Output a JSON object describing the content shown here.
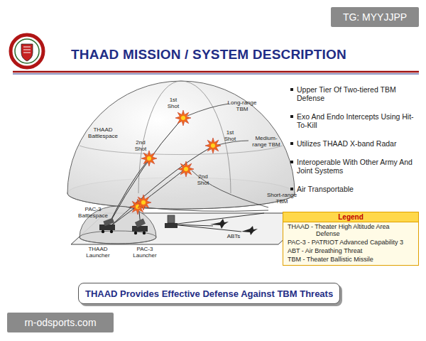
{
  "diagram": {
    "title": "THAAD MISSION / SYSTEM DESCRIPTION",
    "nodes": [
      {
        "text": [
          "Legend",
          "THAAD - Theater High Altitude Area Defense",
          "PAC-3 - PATRIOT Advanced Capability 3",
          "ABT - Air Breathing Threat",
          "TBM - Theater Ballistic Missile"
        ]
      },
      {
        "text": [
          "THAAD Provides Effective Defense Against TBM Threats"
        ]
      }
    ],
    "labels": [
      "TG: MYYJJPP",
      "THAAD Battlespace",
      "1st Shot",
      "Long-range TBM",
      "1st Shot",
      "2nd Shot",
      "Medium-range TBM",
      "2nd Shot",
      "Short-range TBM",
      "PAC-3 Battlespace",
      "THAAD Launcher",
      "PAC-3 Launcher",
      "ABTs",
      "Upper Tier Of Two-tiered TBM Defense",
      "Exo And Endo Intercepts Using Hit-To-Kill",
      "Utilizes THAAD X-band Radar",
      "Interoperable With Other Army And Joint Systems",
      "Air Transportable",
      "rn-odsports.com"
    ]
  }
}
